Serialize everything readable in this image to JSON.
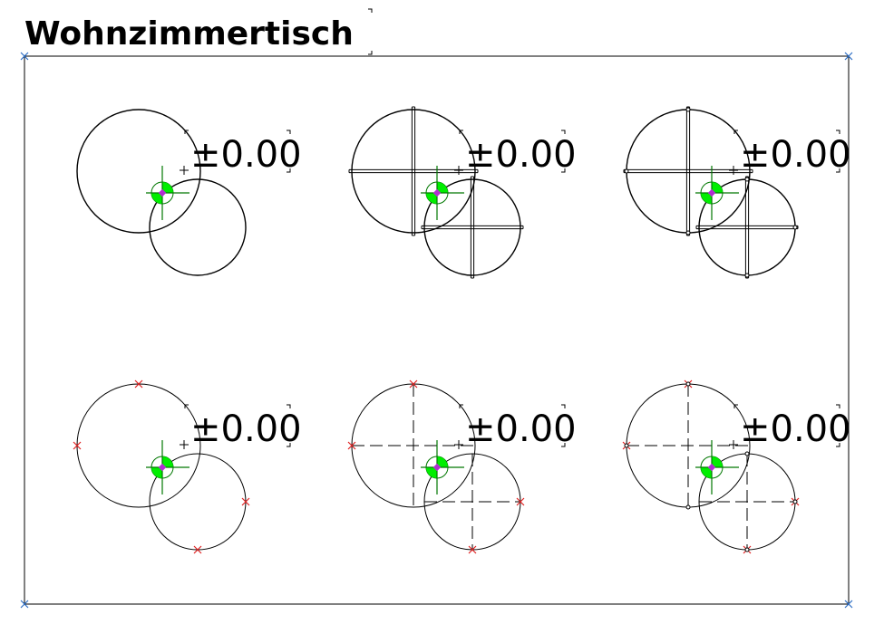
{
  "title": "Wohnzimmertisch",
  "elevation_label": "±0.00",
  "colors": {
    "frame_corner_marker": "#2b6cc4",
    "origin_fill": "#00ee00",
    "origin_crosshair": "#007700",
    "origin_dot": "#b030d0",
    "point_marker": "#e02020",
    "line": "#000000"
  },
  "symbol_variants": [
    {
      "row": 1,
      "col": 1,
      "circle_style": "plain",
      "axis_style": "none",
      "markers": "none"
    },
    {
      "row": 1,
      "col": 2,
      "circle_style": "plain",
      "axis_style": "double-line cross",
      "markers": "none"
    },
    {
      "row": 1,
      "col": 3,
      "circle_style": "plain",
      "axis_style": "double-line cross",
      "markers": "dots"
    },
    {
      "row": 2,
      "col": 1,
      "circle_style": "thin",
      "axis_style": "none",
      "markers": "red-x"
    },
    {
      "row": 2,
      "col": 2,
      "circle_style": "thin",
      "axis_style": "dashed cross",
      "markers": "red-x"
    },
    {
      "row": 2,
      "col": 3,
      "circle_style": "thin",
      "axis_style": "dashed cross",
      "markers": "red-x + dots"
    }
  ]
}
